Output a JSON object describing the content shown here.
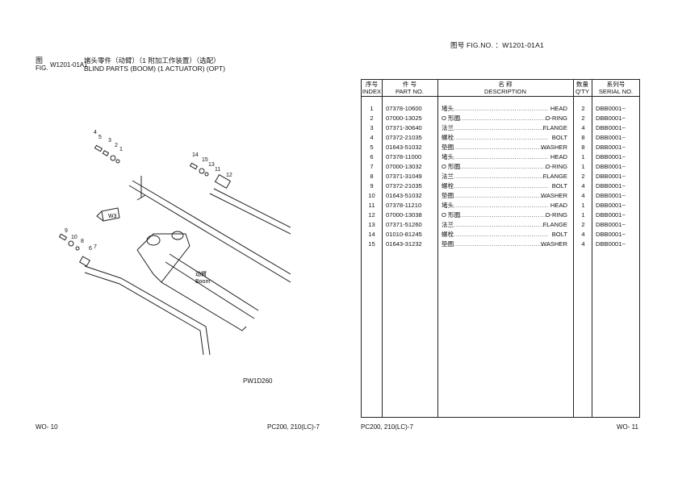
{
  "left_page": {
    "fig_label_cn": "图",
    "fig_label_en": "FIG.",
    "fig_code": "W1201-01A1",
    "title_cn": "堵头零件（动臂）（1 附加工作装置）（选配）",
    "title_en": "BLIND PARTS (BOOM) (1 ACTUATOR) (OPT)",
    "diagram": {
      "boom_label_cn": "动臂",
      "boom_label_en": "Boom",
      "arrow_tag": "W3",
      "callouts": [
        "1",
        "2",
        "3",
        "4",
        "5",
        "6",
        "7",
        "8",
        "9",
        "10",
        "11",
        "12",
        "13",
        "14",
        "15"
      ],
      "drawing_code": "PW1D260"
    },
    "footer_left": "WO- 10",
    "footer_right": "PC200, 210(LC)-7"
  },
  "right_page": {
    "fig_no": "图号  FIG.NO.  ：W1201-01A1",
    "table": {
      "headers": {
        "index_cn": "序号",
        "index_en": "INDEX",
        "part_cn": "件    号",
        "part_en": "PART NO.",
        "desc_cn": "名          称",
        "desc_en": "DESCRIPTION",
        "qty_cn": "数量",
        "qty_en": "Q'TY",
        "serial_cn": "系列号",
        "serial_en": "SERIAL NO."
      },
      "dots": "......................................................................................................",
      "rows": [
        {
          "index": "1",
          "part": "07378-10600",
          "cn": "堵头",
          "en": "HEAD",
          "qty": "2",
          "serial": "DBB0001~"
        },
        {
          "index": "2",
          "part": "07000-13025",
          "cn": "O 形圈",
          "en": "O-RING",
          "qty": "2",
          "serial": "DBB0001~"
        },
        {
          "index": "3",
          "part": "07371-30640",
          "cn": "法兰",
          "en": "FLANGE",
          "qty": "4",
          "serial": "DBB0001~"
        },
        {
          "index": "4",
          "part": "07372-21035",
          "cn": "螺栓",
          "en": "BOLT",
          "qty": "8",
          "serial": "DBB0001~"
        },
        {
          "index": "5",
          "part": "01643-51032",
          "cn": "垫圈",
          "en": "WASHER",
          "qty": "8",
          "serial": "DBB0001~"
        },
        {
          "index": "6",
          "part": "07378-11000",
          "cn": "堵头",
          "en": "HEAD",
          "qty": "1",
          "serial": "DBB0001~"
        },
        {
          "index": "7",
          "part": "07000-13032",
          "cn": "O 形圈",
          "en": "O-RING",
          "qty": "1",
          "serial": "DBB0001~"
        },
        {
          "index": "8",
          "part": "07371-31049",
          "cn": "法兰",
          "en": "FLANGE",
          "qty": "2",
          "serial": "DBB0001~"
        },
        {
          "index": "9",
          "part": "07372-21035",
          "cn": "螺栓",
          "en": "BOLT",
          "qty": "4",
          "serial": "DBB0001~"
        },
        {
          "index": "10",
          "part": "01643-51032",
          "cn": "垫圈",
          "en": "WASHER",
          "qty": "4",
          "serial": "DBB0001~"
        },
        {
          "index": "11",
          "part": "07378-11210",
          "cn": "堵头",
          "en": "HEAD",
          "qty": "1",
          "serial": "DBB0001~"
        },
        {
          "index": "12",
          "part": "07000-13038",
          "cn": "O 形圈",
          "en": "O-RING",
          "qty": "1",
          "serial": "DBB0001~"
        },
        {
          "index": "13",
          "part": "07371-51260",
          "cn": "法兰",
          "en": "FLANGE",
          "qty": "2",
          "serial": "DBB0001~"
        },
        {
          "index": "14",
          "part": "01010-81245",
          "cn": "螺栓",
          "en": "BOLT",
          "qty": "4",
          "serial": "DBB0001~"
        },
        {
          "index": "15",
          "part": "01643-31232",
          "cn": "垫圈",
          "en": "WASHER",
          "qty": "4",
          "serial": "DBB0001~"
        }
      ]
    },
    "footer_left": "PC200, 210(LC)-7",
    "footer_right": "WO- 11"
  }
}
